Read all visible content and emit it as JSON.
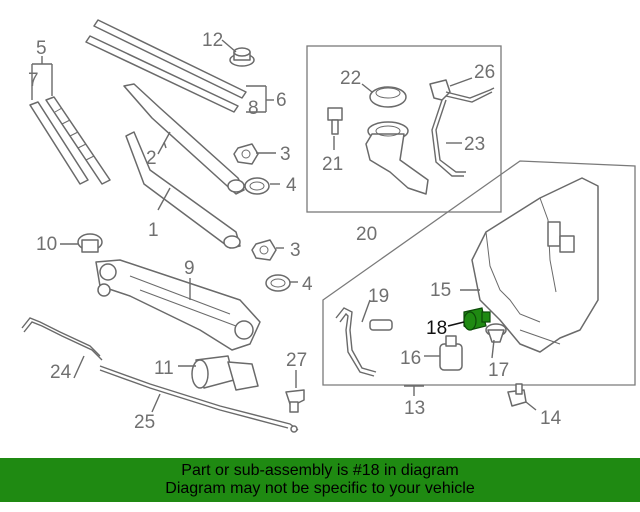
{
  "diagram": {
    "labels": {
      "n1": "1",
      "n2": "2",
      "n3a": "3",
      "n3b": "3",
      "n4a": "4",
      "n4b": "4",
      "n5": "5",
      "n6": "6",
      "n7": "7",
      "n8": "8",
      "n9": "9",
      "n10": "10",
      "n11": "11",
      "n12": "12",
      "n13": "13",
      "n14": "14",
      "n15": "15",
      "n16": "16",
      "n17": "17",
      "n18": "18",
      "n19": "19",
      "n20": "20",
      "n21": "21",
      "n22": "22",
      "n23": "23",
      "n24": "24",
      "n25": "25",
      "n26": "26",
      "n27": "27"
    },
    "highlight_color": "#1f8a12",
    "part_stroke_color": "#6a6a6a"
  },
  "banner": {
    "line1": "Part or sub-assembly is #18 in diagram",
    "line2": "Diagram may not be specific to your vehicle",
    "background": "#1f8a12"
  }
}
